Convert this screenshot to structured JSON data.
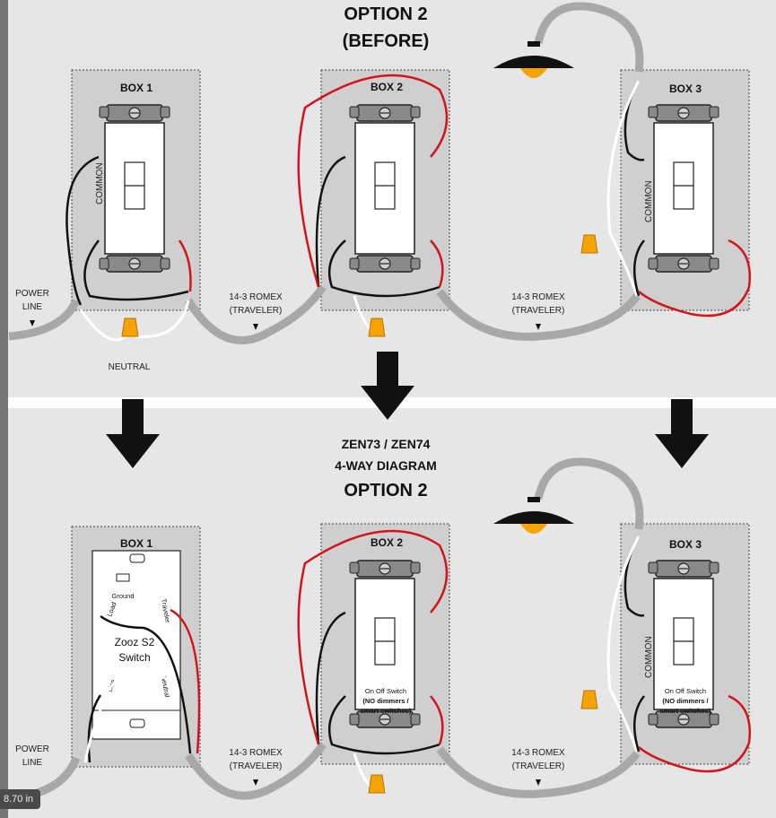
{
  "top": {
    "title_line1": "OPTION 2",
    "title_line2": "(BEFORE)",
    "box1": "BOX 1",
    "box2": "BOX 2",
    "box3": "BOX 3",
    "common": "COMMON",
    "power_line_1": "POWER",
    "power_line_2": "LINE",
    "neutral": "NEUTRAL",
    "romex_a_1": "14-3 ROMEX",
    "romex_a_2": "(TRAVELER)",
    "romex_b_1": "14-3 ROMEX",
    "romex_b_2": "(TRAVELER)"
  },
  "bottom": {
    "title_line1": "ZEN73 / ZEN74",
    "title_line2": "4-WAY DIAGRAM",
    "title_line3": "OPTION 2",
    "box1": "BOX 1",
    "box2": "BOX 2",
    "box3": "BOX 3",
    "common": "COMMON",
    "zooz_line1": "Zooz S2",
    "zooz_line2": "Switch",
    "ground": "Ground",
    "load": "Load",
    "line": "Line",
    "traveler": "Traveler",
    "neutral_term": "Neutral",
    "onoff_1": "On Off Switch",
    "onoff_2": "(NO dimmers /",
    "onoff_3": "smart switches)",
    "power_line_1": "POWER",
    "power_line_2": "LINE",
    "romex_a_1": "14-3 ROMEX",
    "romex_a_2": "(TRAVELER)",
    "romex_b_1": "14-3 ROMEX",
    "romex_b_2": "(TRAVELER)"
  },
  "ruler_label": "8.70 in",
  "colors": {
    "background": "#e6e6e6",
    "box_fill": "#cfcfcf",
    "cable": "#a8a8a8",
    "hot": "#111111",
    "traveler_red": "#d0151c",
    "neutral_white": "#ffffff",
    "wire_nut": "#f5a300",
    "bulb": "#f5a300"
  }
}
